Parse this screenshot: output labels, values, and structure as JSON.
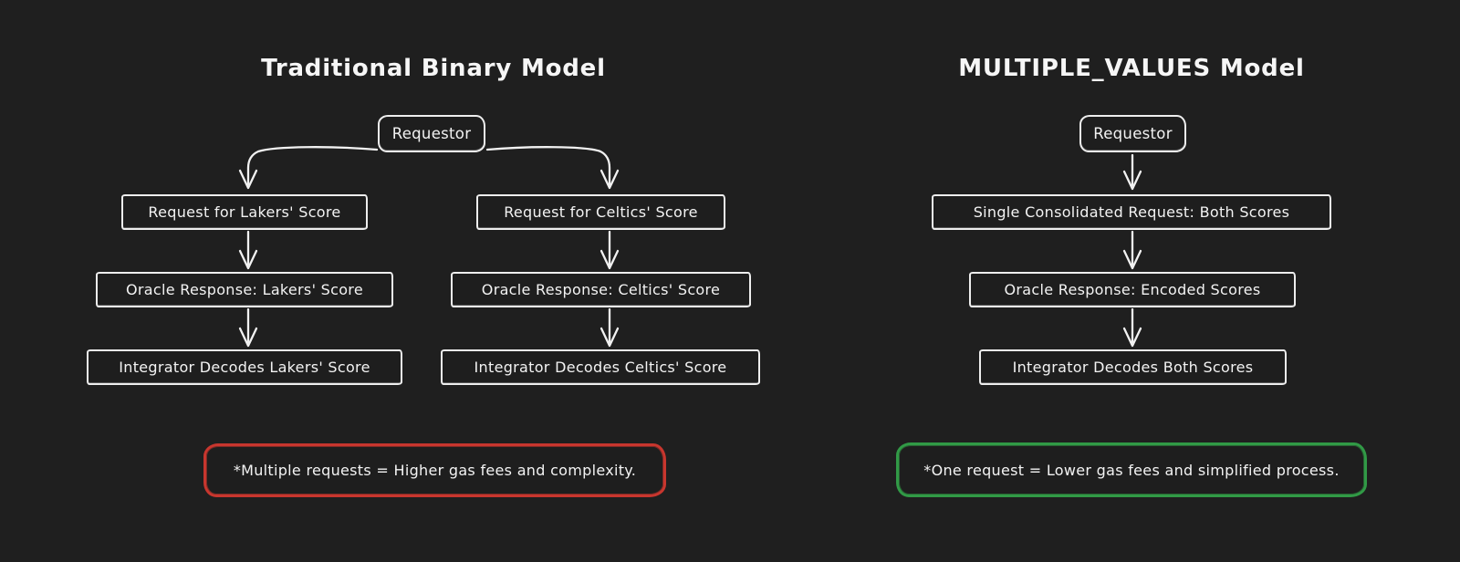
{
  "canvas": {
    "background_color": "#1f1f1f",
    "stroke_color": "#f2f2f2",
    "negative_accent_color": "#c8362e",
    "positive_accent_color": "#319a46"
  },
  "traditional_model": {
    "title": "Traditional Binary Model",
    "requestor": "Requestor",
    "lakers_branch": {
      "request": "Request for Lakers' Score",
      "response": "Oracle Response: Lakers' Score",
      "decode": "Integrator Decodes Lakers' Score"
    },
    "celtics_branch": {
      "request": "Request for Celtics' Score",
      "response": "Oracle Response: Celtics' Score",
      "decode": "Integrator Decodes Celtics' Score"
    },
    "note": "*Multiple requests = Higher gas fees and complexity.",
    "note_color": "#c8362e"
  },
  "multiple_values_model": {
    "title": "MULTIPLE_VALUES Model",
    "requestor": "Requestor",
    "steps": {
      "request": "Single Consolidated Request: Both Scores",
      "response": "Oracle Response: Encoded Scores",
      "decode": "Integrator Decodes Both Scores"
    },
    "note": "*One request = Lower gas fees and simplified process.",
    "note_color": "#319a46"
  }
}
